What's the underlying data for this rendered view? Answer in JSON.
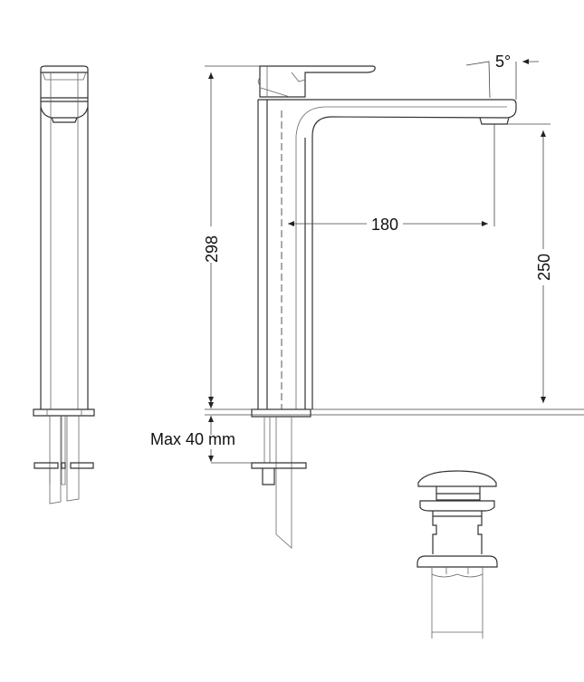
{
  "drawing": {
    "dimensions": {
      "total_height": "298",
      "spout_reach": "180",
      "spout_height": "250",
      "max_deck_thickness": "Max 40 mm",
      "spout_angle": "5°"
    },
    "colors": {
      "line": "#333333",
      "background": "#ffffff"
    }
  }
}
